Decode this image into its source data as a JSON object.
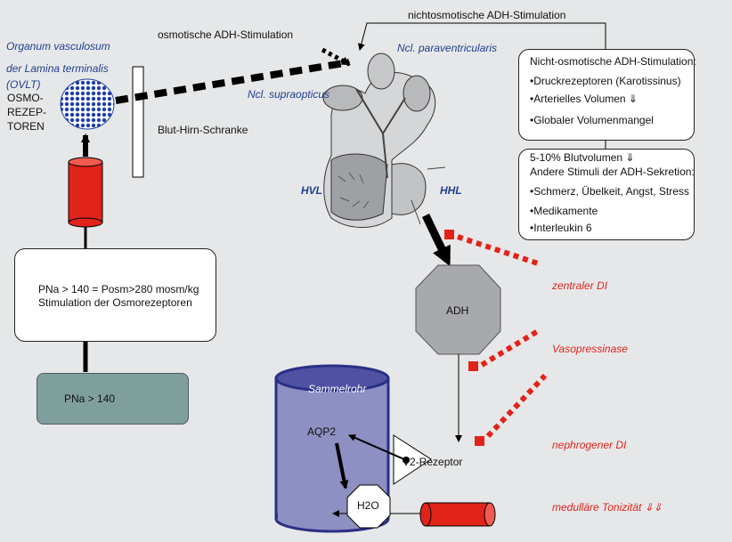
{
  "labels": {
    "organum_line1": "Organum vasculosum",
    "organum_line2": "der Lamina terminalis",
    "organum_line3": "(OVLT)",
    "osmo1": "OSMO-",
    "osmo2": "REZEP-",
    "osmo3": "TOREN",
    "osmotic_stim": "osmotische ADH-Stimulation",
    "nonosmotic_stim": "nichtosmotische ADH-Stimulation",
    "ncl_para": "Ncl. paraventricularis",
    "ncl_supra": "Ncl. supraopticus",
    "hvl": "HVL",
    "hhl": "HHL",
    "bbb": "Blut-Hirn-Schranke",
    "adh": "ADH",
    "sammelrohr": "Sammelrohr",
    "aqp2": "AQP2",
    "h2o": "H2O",
    "v2": "V2-Rezeptor",
    "zentraler_di": "zentraler DI",
    "vasopressinase": "Vasopressinase",
    "nephrogener_di": "nephrogener DI",
    "medullary": "medulläre Tonizität ⇓⇓"
  },
  "box_pna": {
    "line1": "PNa > 140 = Posm>280 mosm/kg",
    "line2": "Stimulation der Osmorezeptoren"
  },
  "box_pna140": "PNa > 140",
  "box_nonosmotic": {
    "title": "Nicht-osmotische ADH-Stimulation:",
    "items": [
      "•Druckrezeptoren (Karotissinus)",
      "•Arterielles Volumen ⇓",
      "•Globaler Volumenmangel"
    ]
  },
  "box_other": {
    "line1": "5-10% Blutvolumen ⇓",
    "title": "Andere Stimuli der ADH-Sekretion:",
    "items": [
      "•Schmerz, Übelkeit, Angst, Stress",
      "•Medikamente",
      "•Interleukin 6"
    ]
  },
  "colors": {
    "background": "#e6e7e8",
    "label_blue": "#1f3f8f",
    "label_red": "#e2231a",
    "cylinder_red": "#e2231a",
    "sammelrohr_fill": "#8e8fc2",
    "sammelrohr_stroke": "#2a2f86",
    "octagon_fill": "#a7a9ac",
    "pna140_fill": "#7f9f9c"
  },
  "icons": [
    "ovlt-receptor-icon",
    "pituitary-illustration-icon",
    "adh-octagon-icon",
    "sammelrohr-cylinder-icon",
    "v2-receptor-icon"
  ]
}
